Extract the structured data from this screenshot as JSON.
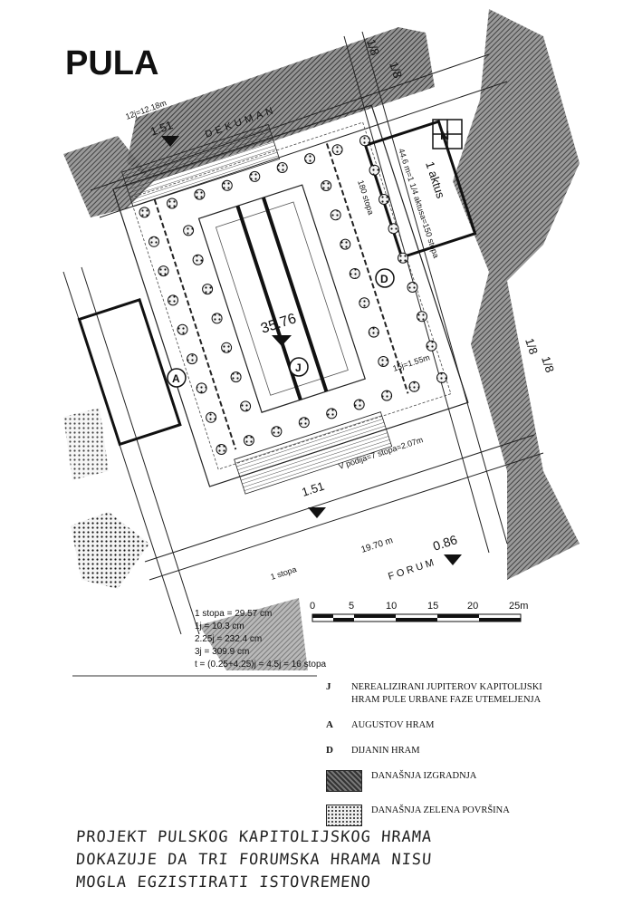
{
  "title": "PULA",
  "map_labels": {
    "dekuman": "DEKUMAN",
    "aktus": "1 aktus",
    "forum": "FORUM",
    "north": "N",
    "dim_12j": "12j=12.18m",
    "dim_448": "44.6 m=1 1/4 aktusa=150 stopa",
    "dim_180": "180 stopa",
    "dim_stopa_h": "1 stopa",
    "dim_podija": "V podija=7 stopa=2.07m",
    "dim_15j": "15j=1.55m",
    "dim_1970": "19.70 m",
    "dim_forum_ht": "0.86",
    "dim_151_top": "1.51",
    "dim_151_bottom": "1.51",
    "dim_3576": "35.76",
    "marker_J": "J",
    "marker_A": "A",
    "marker_D": "D",
    "slope_tl": "1/8",
    "slope_tr": "1/8",
    "slope_r1": "1/8",
    "slope_r2": "1/8"
  },
  "scale_bar": {
    "ticks": [
      "0",
      "5",
      "10",
      "15",
      "20",
      "25m"
    ]
  },
  "formula_lines": [
    "1 stopa = 29.57 cm",
    "1j = 10.3 cm",
    "2.25j = 232.4 cm",
    "3j = 309.9 cm",
    "t = (0.25+4.25)j = 4.5j = 16 stopa"
  ],
  "legend": {
    "j_key": "J",
    "j_text_1": "NEREALIZIRANI JUPITEROV KAPITOLIJSKI",
    "j_text_2": "HRAM PULE URBANE FAZE UTEMELJENJA",
    "a_key": "A",
    "a_text": "AUGUSTOV HRAM",
    "d_key": "D",
    "d_text": "DIJANIN HRAM",
    "dark_text": "DANAŠNJA IZGRADNJA",
    "dots_text": "DANAŠNJA ZELENA POVRŠINA"
  },
  "handwritten_note": [
    "PROJEKT PULSKOG KAPITOLIJSKOG HRAMA",
    "DOKAZUJE DA TRI FORUMSKA HRAMA NISU",
    "MOGLA EGZISTIRATI ISTOVREMENO"
  ]
}
